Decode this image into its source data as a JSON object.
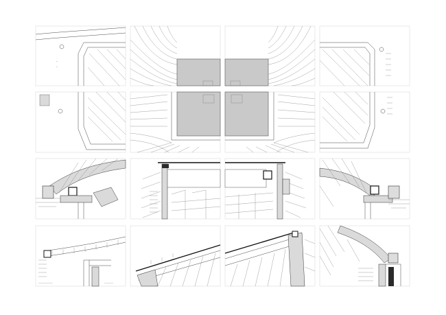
{
  "sheet": {
    "rows": 4,
    "cols": 4,
    "panels": [
      {
        "id": "r1c1",
        "view": "roof-plan-corner-left"
      },
      {
        "id": "r1c2",
        "view": "roof-plan-center-left"
      },
      {
        "id": "r1c3",
        "view": "roof-plan-center-right"
      },
      {
        "id": "r1c4",
        "view": "roof-plan-corner-right"
      },
      {
        "id": "r2c1",
        "view": "roof-plan-corner-left-lower"
      },
      {
        "id": "r2c2",
        "view": "roof-plan-center-left-lower"
      },
      {
        "id": "r2c3",
        "view": "roof-plan-center-right-lower"
      },
      {
        "id": "r2c4",
        "view": "roof-plan-corner-right-lower"
      },
      {
        "id": "r3c1",
        "view": "section-detail-left"
      },
      {
        "id": "r3c2",
        "view": "section-detail-center-left"
      },
      {
        "id": "r3c3",
        "view": "section-detail-center-right"
      },
      {
        "id": "r3c4",
        "view": "section-detail-right"
      },
      {
        "id": "r4c1",
        "view": "elevation-detail-left"
      },
      {
        "id": "r4c2",
        "view": "perspective-detail-center-left"
      },
      {
        "id": "r4c3",
        "view": "perspective-detail-center-right"
      },
      {
        "id": "r4c4",
        "view": "section-detail-right-lower"
      }
    ],
    "colors": {
      "background": "#ffffff",
      "line": "#444444",
      "fill_gray": "#c9c9c9",
      "dark": "#2a2a2a"
    }
  }
}
